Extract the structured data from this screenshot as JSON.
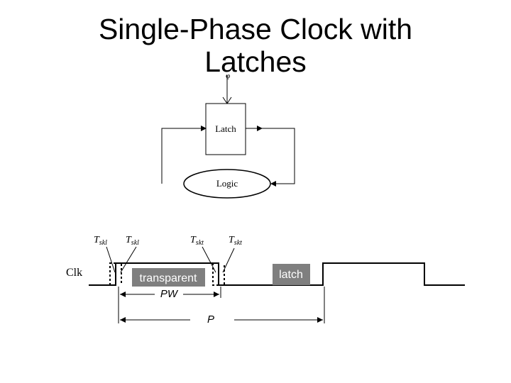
{
  "title": {
    "line1": "Single-Phase Clock with",
    "line2": "Latches"
  },
  "clock_symbol": "φ",
  "blocks": {
    "latch_label": "Latch",
    "logic_label": "Logic"
  },
  "timing": {
    "clock_label": "Clk",
    "skews": [
      {
        "base": "T",
        "sub": "skl"
      },
      {
        "base": "T",
        "sub": "skl"
      },
      {
        "base": "T",
        "sub": "skt"
      },
      {
        "base": "T",
        "sub": "skt"
      }
    ],
    "transparent_label": "transparent",
    "latch_label": "latch",
    "pw_label": "PW",
    "period_label": "P"
  },
  "colors": {
    "ink": "#000000",
    "box_bg": "#7f7f7f",
    "box_text": "#ffffff"
  }
}
